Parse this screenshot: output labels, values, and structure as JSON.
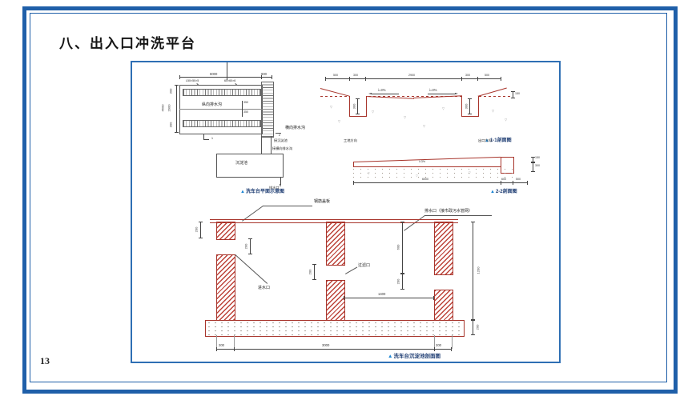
{
  "page": {
    "title": "八、出入口冲洗平台",
    "number": "13"
  },
  "captions": {
    "marker": "▲",
    "plan": "洗车台平面示意图",
    "s11": "1-1剖面图",
    "s22": "2-2剖面图",
    "tank": "洗车台沉淀池剖面图"
  },
  "plan": {
    "labels": {
      "grate_angle": "L50×50×5",
      "grate_size": "60×60×6",
      "long_drain": "纵向排水沟",
      "cross_drain": "横向排水沟",
      "to_tank": "接沉淀池",
      "to_cross_drain": "接横向排水沟",
      "tank": "沉淀池",
      "outlet": "排水口",
      "cut1": "1",
      "cut2": "2"
    },
    "dims": {
      "top_main": "6000",
      "top_strip": "600",
      "left_total": "4500",
      "seg_a": "300",
      "seg_mid": "2900",
      "seg_b": "300",
      "off_a": "350",
      "off_b": "350"
    }
  },
  "s11": {
    "slope_left": "i=3%",
    "slope_right": "i=3%",
    "dims": {
      "a": "500",
      "b": "300",
      "c": "2900",
      "d": "300",
      "e": "500",
      "depth_l": "300",
      "depth_r": "300",
      "edge": "150"
    }
  },
  "s22": {
    "labels": {
      "site": "工地方向",
      "exit": "出口方向",
      "slope": "i=3%"
    },
    "dims": {
      "len": "6000",
      "block": "600",
      "apron": "500",
      "v1": "150",
      "v2": "300"
    }
  },
  "tank": {
    "labels": {
      "cover": "钢筋盖板",
      "outlet": "排水口（接市政污水管网）",
      "inlet": "进水口",
      "filter": "过滤口"
    },
    "dims": {
      "block_l": "200",
      "inlet_gap": "200",
      "filter_gap": "200",
      "right_top": "600",
      "outlet_gap": "200",
      "depth": "1200",
      "span": "1400",
      "wall_l": "200",
      "span_bottom": "3000",
      "wall_r": "200",
      "slab": "200"
    }
  }
}
